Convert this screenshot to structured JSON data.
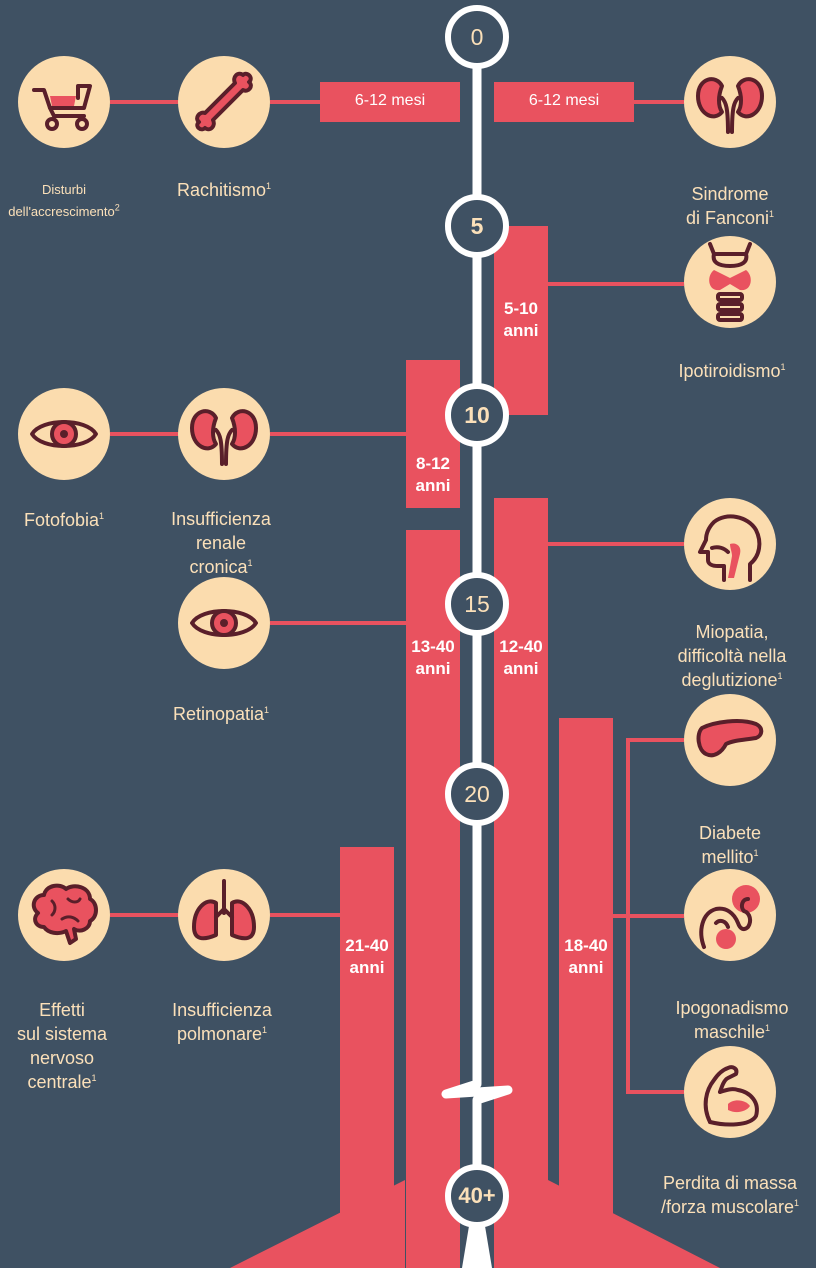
{
  "colors": {
    "background": "#3f5163",
    "accent": "#e9525f",
    "node": "#fbdcae",
    "icon_line": "#5a1f2a",
    "text": "#fbe0b9",
    "axis": "#ffffff"
  },
  "axis_markers": [
    "0",
    "5",
    "10",
    "15",
    "20",
    "40+"
  ],
  "ranges": {
    "r1_left": "6-12 mesi",
    "r1_right": "6-12 mesi",
    "r5": "5-10\nanni",
    "r8": "8-12\nanni",
    "r13": "13-40\nanni",
    "r12": "12-40\nanni",
    "r21": "21-40\nanni",
    "r18": "18-40\nanni"
  },
  "conditions": {
    "growth": {
      "text": "Disturbi\ndell'accrescimento",
      "note": "2",
      "icon": "stroller-icon"
    },
    "rickets": {
      "text": "Rachitismo",
      "note": "1",
      "icon": "bone-icon"
    },
    "fanconi": {
      "text": "Sindrome\ndi Fanconi",
      "note": "1",
      "icon": "kidneys-icon"
    },
    "hypothyroid": {
      "text": "Ipotiroidismo",
      "note": "1",
      "icon": "thyroid-icon"
    },
    "photophobia": {
      "text": "Fotofobia",
      "note": "1",
      "icon": "eye-icon"
    },
    "renal": {
      "text": "Insufficienza\nrenale\ncronica",
      "note": "1",
      "icon": "kidneys-icon"
    },
    "myopathy": {
      "text": "Miopatia,\ndifficoltà nella\ndeglutizione",
      "note": "1",
      "icon": "head-throat-icon"
    },
    "retinopathy": {
      "text": "Retinopatia",
      "note": "1",
      "icon": "eye-icon"
    },
    "diabetes": {
      "text": "Diabete\nmellito",
      "note": "1",
      "icon": "pancreas-icon"
    },
    "cns": {
      "text": "Effetti\nsul sistema\nnervoso\ncentrale",
      "note": "1",
      "icon": "brain-icon"
    },
    "pulmonary": {
      "text": "Insufficienza\npolmonare",
      "note": "1",
      "icon": "lungs-icon"
    },
    "hypogonadism": {
      "text": "Ipogonadismo\nmaschile",
      "note": "1",
      "icon": "male-reproductive-icon"
    },
    "muscle": {
      "text": "Perdita di massa\n/forza muscolare",
      "note": "1",
      "icon": "muscle-arm-icon"
    }
  }
}
